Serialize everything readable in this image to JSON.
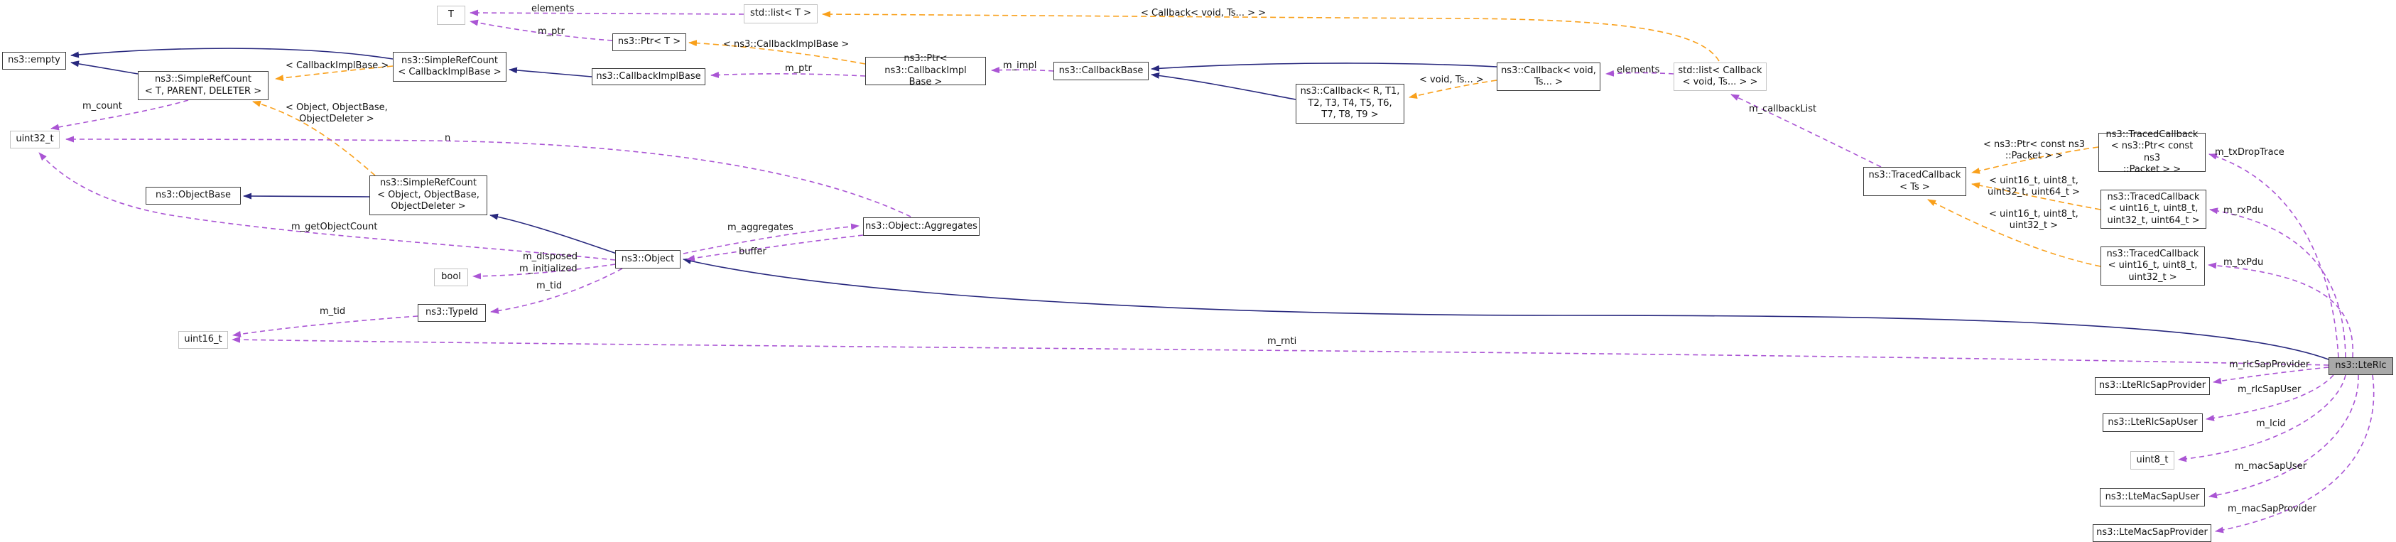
{
  "diagram": {
    "kind": "doxygen-collaboration-graph",
    "focus_class": "ns3::LteRlc",
    "colors": {
      "inheritance_edge": "#28287e",
      "member_edge": "#aa55d4",
      "template_edge": "#f9a01b",
      "class_border": "#3c3c3c",
      "std_border": "#c3c3c3",
      "highlight_fill": "#a9a9a9",
      "background": "#ffffff"
    }
  },
  "nodes": [
    {
      "id": "empty",
      "label": "ns3::empty"
    },
    {
      "id": "src-t",
      "label": "ns3::SimpleRefCount\n< T, PARENT, DELETER >"
    },
    {
      "id": "uint32-t",
      "label": "uint32_t"
    },
    {
      "id": "objectbase",
      "label": "ns3::ObjectBase"
    },
    {
      "id": "src-object",
      "label": "ns3::SimpleRefCount\n< Object, ObjectBase,\nObjectDeleter >"
    },
    {
      "id": "bool",
      "label": "bool"
    },
    {
      "id": "typeid",
      "label": "ns3::TypeId"
    },
    {
      "id": "uint16-t",
      "label": "uint16_t"
    },
    {
      "id": "object",
      "label": "ns3::Object"
    },
    {
      "id": "aggregates",
      "label": "ns3::Object::Aggregates"
    },
    {
      "id": "t",
      "label": "T"
    },
    {
      "id": "list-t",
      "label": "std::list< T >"
    },
    {
      "id": "ptr-t",
      "label": "ns3::Ptr< T >"
    },
    {
      "id": "src-cib",
      "label": "ns3::SimpleRefCount\n< CallbackImplBase >"
    },
    {
      "id": "callbackimplbase",
      "label": "ns3::CallbackImplBase"
    },
    {
      "id": "ptr-cib",
      "label": "ns3::Ptr< ns3::CallbackImpl\nBase >"
    },
    {
      "id": "callbackbase",
      "label": "ns3::CallbackBase"
    },
    {
      "id": "callback-r",
      "label": "ns3::Callback< R, T1,\nT2, T3, T4, T5, T6,\nT7, T8, T9 >"
    },
    {
      "id": "callback-void",
      "label": "ns3::Callback< void,\nTs... >"
    },
    {
      "id": "list-callback",
      "label": "std::list< Callback\n< void, Ts... > >"
    },
    {
      "id": "tc-ts",
      "label": "ns3::TracedCallback\n< Ts >"
    },
    {
      "id": "tc-packet",
      "label": "ns3::TracedCallback\n< ns3::Ptr< const ns3\n::Packet > >"
    },
    {
      "id": "tc-64",
      "label": "ns3::TracedCallback\n< uint16_t, uint8_t,\nuint32_t, uint64_t >"
    },
    {
      "id": "tc-32",
      "label": "ns3::TracedCallback\n< uint16_t, uint8_t,\nuint32_t >"
    },
    {
      "id": "lterlc",
      "label": "ns3::LteRlc"
    },
    {
      "id": "rlcsap-provider",
      "label": "ns3::LteRlcSapProvider"
    },
    {
      "id": "rlcsap-user",
      "label": "ns3::LteRlcSapUser"
    },
    {
      "id": "uint8-t",
      "label": "uint8_t"
    },
    {
      "id": "macsap-user",
      "label": "ns3::LteMacSapUser"
    },
    {
      "id": "macsap-provider",
      "label": "ns3::LteMacSapProvider"
    }
  ],
  "edge_labels": [
    {
      "text": "elements"
    },
    {
      "text": "m_ptr"
    },
    {
      "text": "< ns3::CallbackImplBase >"
    },
    {
      "text": "m_ptr"
    },
    {
      "text": "m_impl"
    },
    {
      "text": "< void, Ts... >"
    },
    {
      "text": "elements"
    },
    {
      "text": "< Callback< void, Ts... > >"
    },
    {
      "text": "m_callbackList"
    },
    {
      "text": "< CallbackImplBase >"
    },
    {
      "text": "< Object, ObjectBase,\nObjectDeleter >"
    },
    {
      "text": "m_count"
    },
    {
      "text": "n"
    },
    {
      "text": "m_getObjectCount"
    },
    {
      "text": "m_disposed"
    },
    {
      "text": "m_initialized"
    },
    {
      "text": "m_tid"
    },
    {
      "text": "m_tid"
    },
    {
      "text": "m_aggregates"
    },
    {
      "text": "buffer"
    },
    {
      "text": "m_rnti"
    },
    {
      "text": "< ns3::Ptr< const ns3\n::Packet > >"
    },
    {
      "text": "< uint16_t, uint8_t,\nuint32_t, uint64_t >"
    },
    {
      "text": "< uint16_t, uint8_t,\nuint32_t >"
    },
    {
      "text": "m_txDropTrace"
    },
    {
      "text": "m_rxPdu"
    },
    {
      "text": "m_txPdu"
    },
    {
      "text": "m_rlcSapProvider"
    },
    {
      "text": "m_rlcSapUser"
    },
    {
      "text": "m_lcid"
    },
    {
      "text": "m_macSapUser"
    },
    {
      "text": "m_macSapProvider"
    }
  ],
  "edges": [
    {
      "from": "ns3::SimpleRefCount< T, PARENT, DELETER >",
      "to": "ns3::empty",
      "kind": "inheritance"
    },
    {
      "from": "ns3::SimpleRefCount< CallbackImplBase >",
      "to": "ns3::empty",
      "kind": "inheritance"
    },
    {
      "from": "ns3::CallbackImplBase",
      "to": "ns3::SimpleRefCount< CallbackImplBase >",
      "kind": "inheritance"
    },
    {
      "from": "ns3::Callback< R, T1, T2, T3, T4, T5, T6, T7, T8, T9 >",
      "to": "ns3::CallbackBase",
      "kind": "inheritance"
    },
    {
      "from": "ns3::Callback< void, Ts... >",
      "to": "ns3::CallbackBase",
      "kind": "inheritance"
    },
    {
      "from": "ns3::SimpleRefCount< Object, ObjectBase, ObjectDeleter >",
      "to": "ns3::ObjectBase",
      "kind": "inheritance"
    },
    {
      "from": "ns3::Object",
      "to": "ns3::SimpleRefCount< Object, ObjectBase, ObjectDeleter >",
      "kind": "inheritance"
    },
    {
      "from": "ns3::LteRlc",
      "to": "ns3::Object",
      "kind": "inheritance"
    },
    {
      "from": "ns3::SimpleRefCount< CallbackImplBase >",
      "to": "ns3::SimpleRefCount< T, PARENT, DELETER >",
      "kind": "template",
      "label": "< CallbackImplBase >"
    },
    {
      "from": "ns3::SimpleRefCount< Object, ObjectBase, ObjectDeleter >",
      "to": "ns3::SimpleRefCount< T, PARENT, DELETER >",
      "kind": "template",
      "label": "< Object, ObjectBase, ObjectDeleter >"
    },
    {
      "from": "ns3::Ptr< ns3::CallbackImplBase >",
      "to": "ns3::Ptr< T >",
      "kind": "template",
      "label": "< ns3::CallbackImplBase >"
    },
    {
      "from": "ns3::Callback< void, Ts... >",
      "to": "ns3::Callback< R, T1, T2, T3, T4, T5, T6, T7, T8, T9 >",
      "kind": "template",
      "label": "< void, Ts... >"
    },
    {
      "from": "std::list< Callback< void, Ts... > >",
      "to": "std::list< T >",
      "kind": "template",
      "label": "< Callback< void, Ts... > >"
    },
    {
      "from": "ns3::TracedCallback< ns3::Ptr< const ns3::Packet > >",
      "to": "ns3::TracedCallback< Ts >",
      "kind": "template",
      "label": "< ns3::Ptr< const ns3::Packet > >"
    },
    {
      "from": "ns3::TracedCallback< uint16_t, uint8_t, uint32_t, uint64_t >",
      "to": "ns3::TracedCallback< Ts >",
      "kind": "template",
      "label": "< uint16_t, uint8_t, uint32_t, uint64_t >"
    },
    {
      "from": "ns3::TracedCallback< uint16_t, uint8_t, uint32_t >",
      "to": "ns3::TracedCallback< Ts >",
      "kind": "template",
      "label": "< uint16_t, uint8_t, uint32_t >"
    },
    {
      "from": "std::list< T >",
      "to": "T",
      "kind": "member",
      "label": "elements"
    },
    {
      "from": "ns3::Ptr< T >",
      "to": "T",
      "kind": "member",
      "label": "m_ptr"
    },
    {
      "from": "ns3::Ptr< ns3::CallbackImplBase >",
      "to": "ns3::CallbackImplBase",
      "kind": "member",
      "label": "m_ptr"
    },
    {
      "from": "ns3::CallbackBase",
      "to": "ns3::Ptr< ns3::CallbackImplBase >",
      "kind": "member",
      "label": "m_impl"
    },
    {
      "from": "std::list< Callback< void, Ts... > >",
      "to": "ns3::Callback< void, Ts... >",
      "kind": "member",
      "label": "elements"
    },
    {
      "from": "ns3::TracedCallback< Ts >",
      "to": "std::list< Callback< void, Ts... > >",
      "kind": "member",
      "label": "m_callbackList"
    },
    {
      "from": "ns3::LteRlc",
      "to": "ns3::TracedCallback< ns3::Ptr< const ns3::Packet > >",
      "kind": "member",
      "label": "m_txDropTrace"
    },
    {
      "from": "ns3::LteRlc",
      "to": "ns3::TracedCallback< uint16_t, uint8_t, uint32_t, uint64_t >",
      "kind": "member",
      "label": "m_rxPdu"
    },
    {
      "from": "ns3::LteRlc",
      "to": "ns3::TracedCallback< uint16_t, uint8_t, uint32_t >",
      "kind": "member",
      "label": "m_txPdu"
    },
    {
      "from": "ns3::LteRlc",
      "to": "uint16_t",
      "kind": "member",
      "label": "m_rnti"
    },
    {
      "from": "ns3::LteRlc",
      "to": "ns3::LteRlcSapProvider",
      "kind": "member",
      "label": "m_rlcSapProvider"
    },
    {
      "from": "ns3::LteRlc",
      "to": "ns3::LteRlcSapUser",
      "kind": "member",
      "label": "m_rlcSapUser"
    },
    {
      "from": "ns3::LteRlc",
      "to": "uint8_t",
      "kind": "member",
      "label": "m_lcid"
    },
    {
      "from": "ns3::LteRlc",
      "to": "ns3::LteMacSapUser",
      "kind": "member",
      "label": "m_macSapUser"
    },
    {
      "from": "ns3::LteRlc",
      "to": "ns3::LteMacSapProvider",
      "kind": "member",
      "label": "m_macSapProvider"
    },
    {
      "from": "ns3::SimpleRefCount< T, PARENT, DELETER >",
      "to": "uint32_t",
      "kind": "member",
      "label": "m_count"
    },
    {
      "from": "ns3::Object::Aggregates",
      "to": "uint32_t",
      "kind": "member",
      "label": "n"
    },
    {
      "from": "ns3::Object",
      "to": "uint32_t",
      "kind": "member",
      "label": "m_getObjectCount"
    },
    {
      "from": "ns3::Object",
      "to": "bool",
      "kind": "member",
      "label": "m_disposed m_initialized"
    },
    {
      "from": "ns3::Object",
      "to": "ns3::TypeId",
      "kind": "member",
      "label": "m_tid"
    },
    {
      "from": "ns3::TypeId",
      "to": "uint16_t",
      "kind": "member",
      "label": "m_tid"
    },
    {
      "from": "ns3::Object",
      "to": "ns3::Object::Aggregates",
      "kind": "member",
      "label": "m_aggregates"
    },
    {
      "from": "ns3::Object::Aggregates",
      "to": "ns3::Object",
      "kind": "member",
      "label": "buffer"
    }
  ]
}
